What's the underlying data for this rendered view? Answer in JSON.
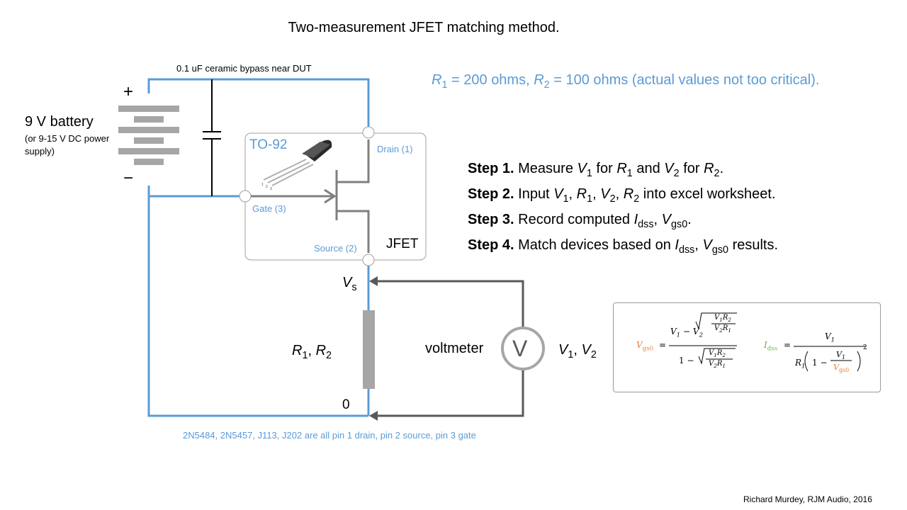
{
  "title": "Two-measurement JFET matching method.",
  "bypass_label": "0.1 uF ceramic bypass near DUT",
  "resistor_values": {
    "r1_sym": "R",
    "r1_sub": "1",
    "r1_text": " = 200 ohms, ",
    "r2_sym": "R",
    "r2_sub": "2",
    "r2_text": " = 100 ohms (actual values not too critical)."
  },
  "battery": {
    "title": "9 V battery",
    "subtitle": "(or 9-15 V DC power supply)",
    "plus": "+",
    "minus": "−"
  },
  "package": {
    "name": "TO-92",
    "drain_label": "Drain (1)",
    "gate_label": "Gate (3)",
    "source_label": "Source (2)",
    "device_label": "JFET"
  },
  "steps": [
    {
      "label": "Step 1.",
      "parts": [
        " Measure ",
        "V",
        "1",
        " for ",
        "R",
        "1",
        " and ",
        "V",
        "2",
        " for ",
        "R",
        "2",
        "."
      ]
    },
    {
      "label": "Step 2.",
      "parts": [
        " Input ",
        "V",
        "1",
        ", ",
        "R",
        "1",
        ", ",
        "V",
        "2",
        ", ",
        "R",
        "2",
        " into excel worksheet."
      ]
    },
    {
      "label": "Step 3.",
      "parts": [
        " Record computed ",
        "I",
        "dss",
        ", ",
        "V",
        "gs0",
        "."
      ]
    },
    {
      "label": "Step 4.",
      "parts": [
        " Match devices based on ",
        "I",
        "dss",
        ", ",
        "V",
        "gs0",
        " results."
      ]
    }
  ],
  "node_vs": {
    "sym": "V",
    "sub": "s"
  },
  "resistor_label": {
    "a": "R",
    "a_sub": "1",
    "sep": ", ",
    "b": "R",
    "b_sub": "2"
  },
  "voltmeter": {
    "label": "voltmeter",
    "symbol": "V",
    "reading_a": "V",
    "reading_a_sub": "1",
    "sep": ", ",
    "reading_b": "V",
    "reading_b_sub": "2"
  },
  "ground_node": "0",
  "pin_note": "2N5484, 2N5457, J113, J202 are all pin 1 drain, pin 2 source, pin 3 gate",
  "credit": "Richard Murdey,  RJM Audio, 2016",
  "formulas": {
    "vgs0_lhs": "V",
    "vgs0_lhs_sub": "gs0",
    "idss_lhs": "I",
    "idss_lhs_sub": "dss",
    "eq": "=",
    "num_v1": "V",
    "num_v1_sub": "1",
    "minus": "−",
    "one": "1",
    "r1": "R",
    "r1_sub": "1"
  },
  "colors": {
    "wire_blue": "#5b9bd5",
    "arrow_gray": "#595959",
    "resistor_gray": "#a6a6a6",
    "orange": "#ed7d31",
    "green": "#70ad47"
  },
  "icons": {
    "battery": "battery-icon",
    "capacitor": "capacitor-icon",
    "transistor": "jfet-symbol-icon",
    "package_photo": "to92-package-icon",
    "voltmeter": "voltmeter-icon"
  }
}
